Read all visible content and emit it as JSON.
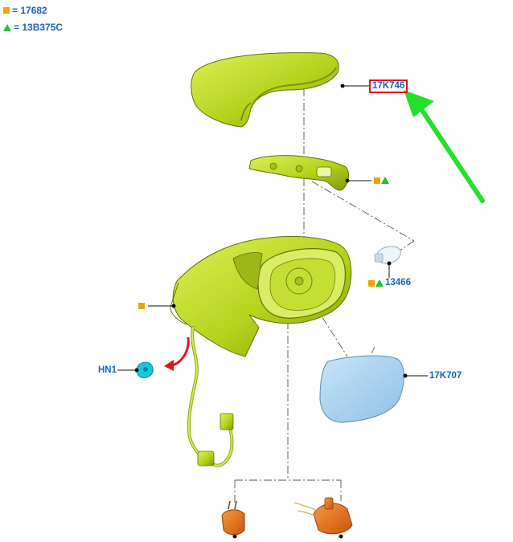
{
  "legend": [
    {
      "symbol": "orange-square",
      "text": "= 17682"
    },
    {
      "symbol": "green-triangle",
      "text": "= 13B375C"
    }
  ],
  "callouts": {
    "cover": "17K746",
    "lamp": "13466",
    "glass": "17K707",
    "clip": "HN1"
  },
  "colors": {
    "part_green": "#bcd820",
    "glass_blue": "#a9d2ee",
    "connector_orange": "#e8721c",
    "arrow_green": "#22e02c",
    "arrow_red": "#e8141a",
    "label_blue": "#1565c0",
    "highlight_red": "#e0161b",
    "marker_orange": "#f5a00a",
    "marker_green": "#22c032"
  }
}
